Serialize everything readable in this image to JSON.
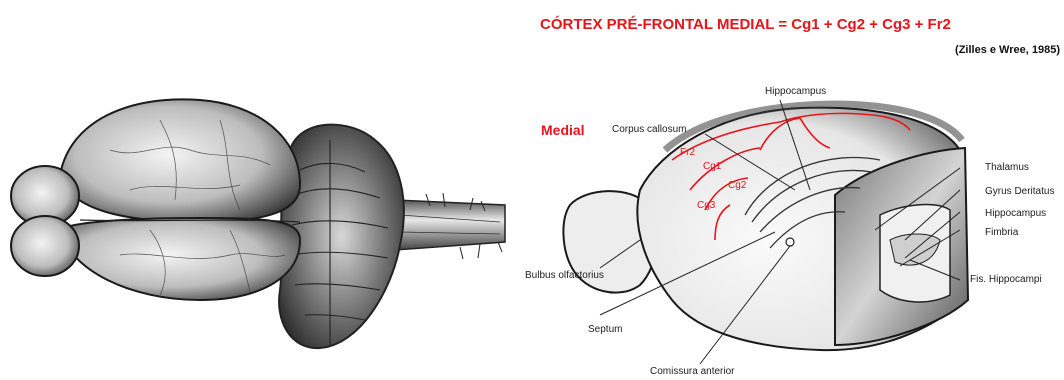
{
  "title": "CÓRTEX PRÉ-FRONTAL MEDIAL = Cg1 + Cg2 + Cg3 + Fr2",
  "citation": "(Zilles e Wree, 1985)",
  "view_label": "Medial",
  "labels": {
    "corpus_callosum": "Corpus callosum",
    "hippocampus_top": "Hippocampus",
    "thalamus": "Thalamus",
    "gyrus_dentatus": "Gyrus Deritatus",
    "hippocampus_right": "Hippocampus",
    "fimbria": "Fimbria",
    "fis_hippocampi": "Fis. Hippocampi",
    "bulbus_olfactorius": "Bulbus olfactorius",
    "septum": "Septum",
    "comissura_anterior": "Comissura anterior"
  },
  "region_labels": {
    "fr2": "Fr2",
    "cg1": "Cg1",
    "cg2": "Cg2",
    "cg3": "Cg3"
  },
  "colors": {
    "accent_red": "#e8141a",
    "ink": "#222222"
  }
}
